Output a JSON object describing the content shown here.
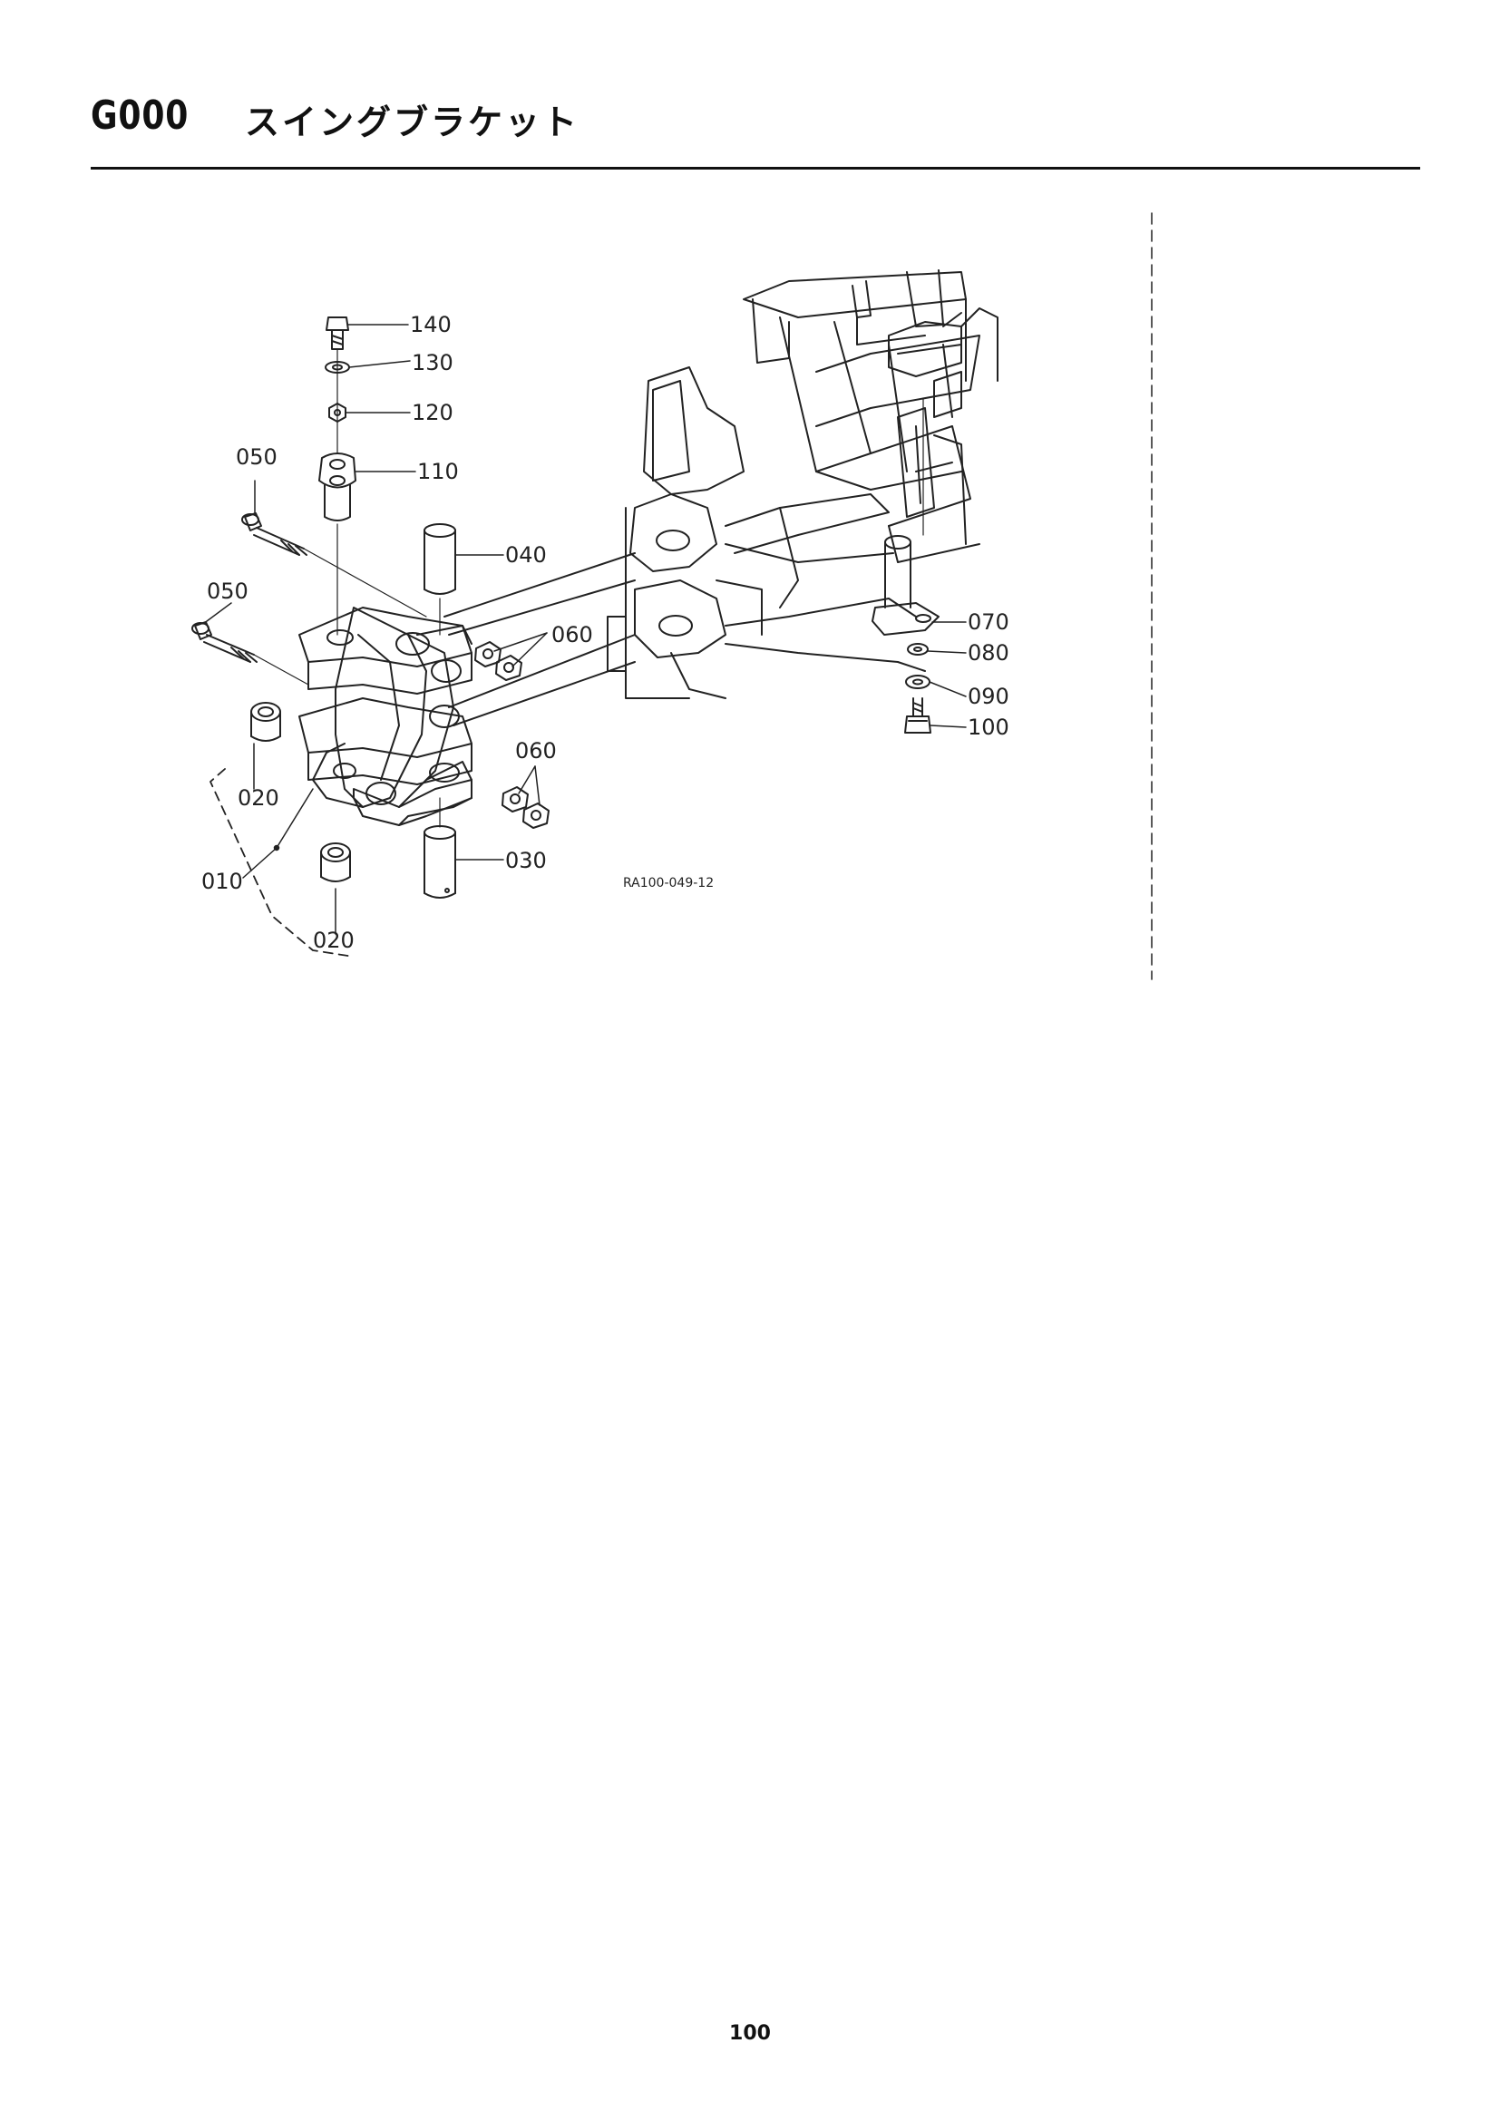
{
  "header": {
    "section_code": "G000",
    "title": "スイングブラケット"
  },
  "diagram": {
    "reference_code": "RA100-049-12",
    "callouts": {
      "c010": "010",
      "c020a": "020",
      "c020b": "020",
      "c030": "030",
      "c040": "040",
      "c050a": "050",
      "c050b": "050",
      "c060a": "060",
      "c060b": "060",
      "c070": "070",
      "c080": "080",
      "c090": "090",
      "c100": "100",
      "c110": "110",
      "c120": "120",
      "c130": "130",
      "c140": "140"
    }
  },
  "footer": {
    "page_number": "100"
  }
}
